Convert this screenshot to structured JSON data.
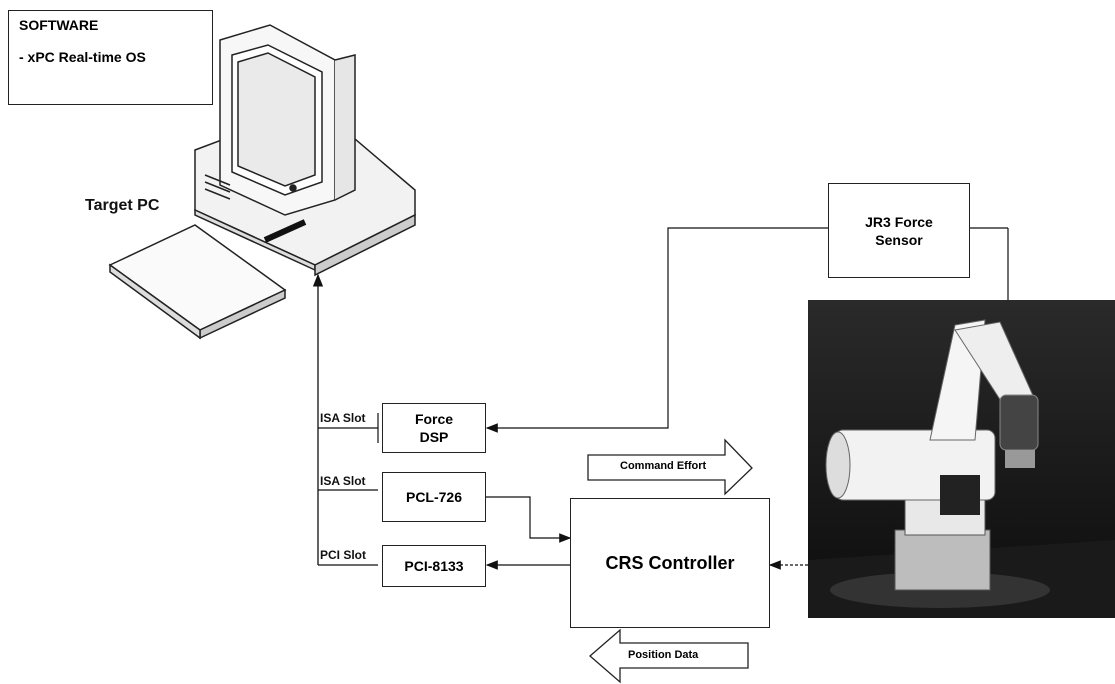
{
  "software_box": {
    "title": "SOFTWARE",
    "item": "- xPC Real-time OS"
  },
  "target_pc": {
    "label": "Target PC"
  },
  "sensor": {
    "line1": "JR3 Force",
    "line2": "Sensor"
  },
  "force_dsp": {
    "line1": "Force",
    "line2": "DSP"
  },
  "pcl726": {
    "label": "PCL-726"
  },
  "pci8133": {
    "label": "PCI-8133"
  },
  "controller": {
    "label": "CRS Controller"
  },
  "slots": {
    "isa1": "ISA Slot",
    "isa2": "ISA Slot",
    "pci": "PCI Slot"
  },
  "arrows": {
    "command": "Command Effort",
    "position": "Position Data"
  },
  "robot_photo": {
    "description_icon": "robot-arm-icon"
  }
}
